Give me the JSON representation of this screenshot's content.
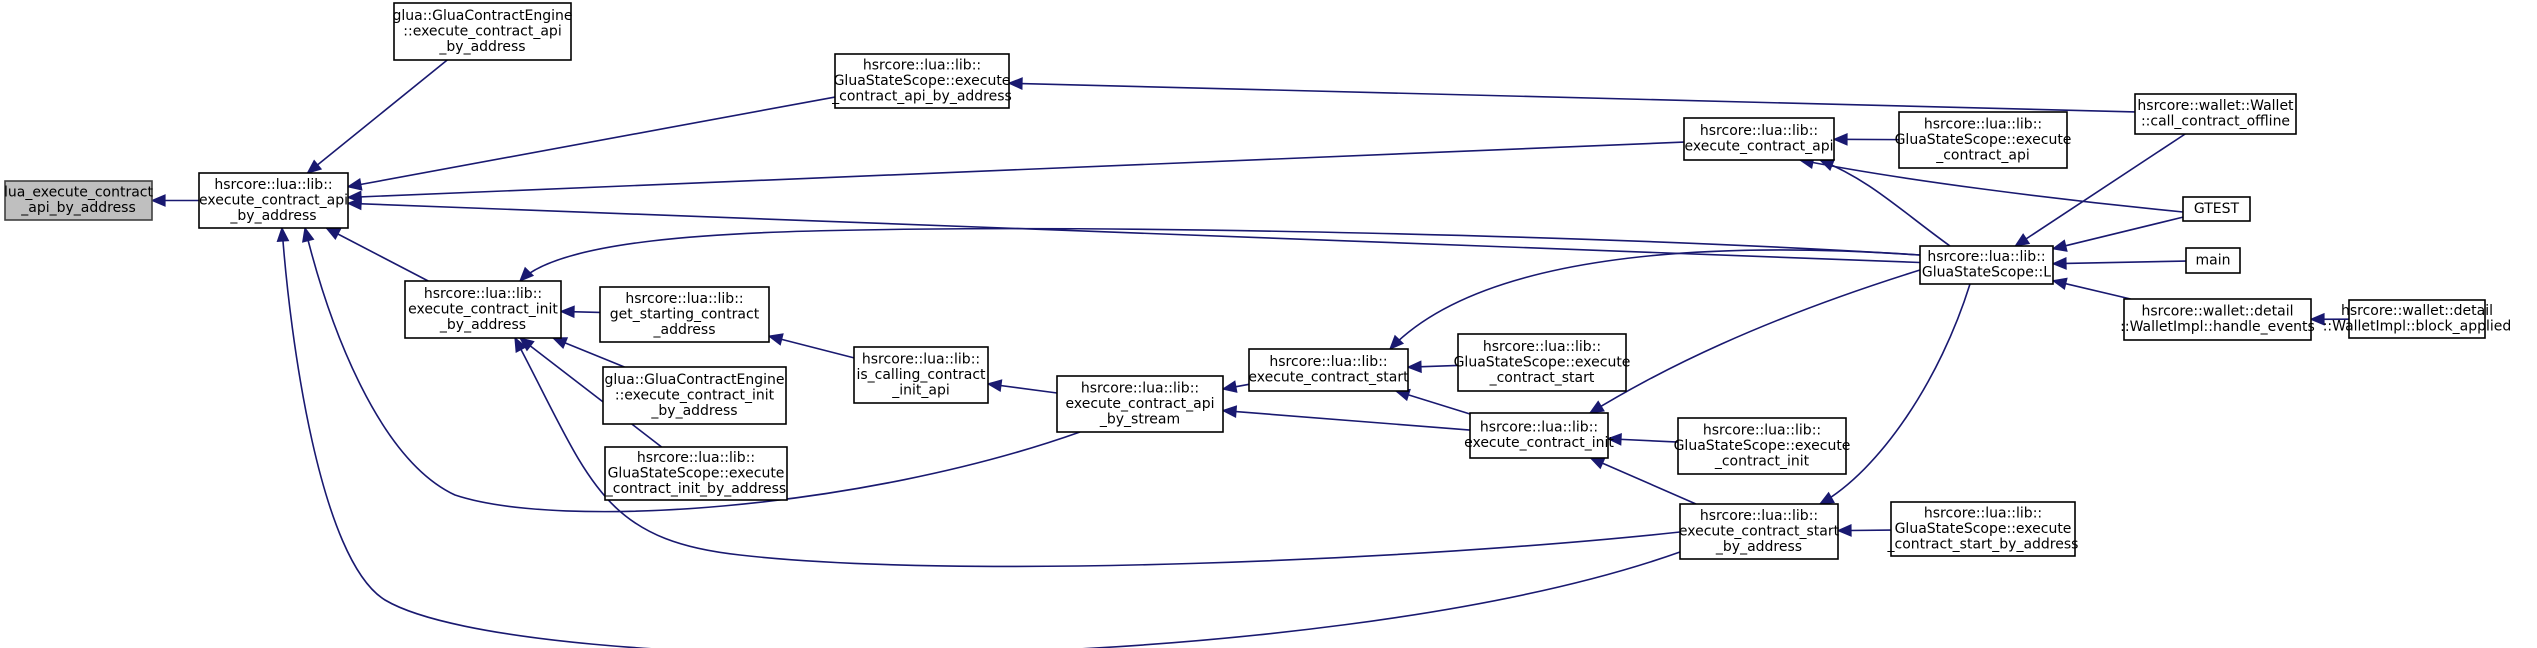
{
  "colors": {
    "edge": "#191970",
    "node_fill": "#ffffff",
    "root_fill": "#bfbfbf",
    "border": "#000000"
  },
  "nodes": {
    "n0": {
      "lines": [
        "lua_execute_contract",
        "_api_by_address"
      ],
      "root": true
    },
    "n1": {
      "lines": [
        "hsrcore::lua::lib::",
        "execute_contract_api",
        "_by_address"
      ]
    },
    "n2": {
      "lines": [
        "glua::GluaContractEngine",
        "::execute_contract_api",
        "_by_address"
      ]
    },
    "n3": {
      "lines": [
        "hsrcore::lua::lib::",
        "GluaStateScope::execute",
        "_contract_api_by_address"
      ]
    },
    "n4": {
      "lines": [
        "hsrcore::lua::lib::",
        "execute_contract_api"
      ]
    },
    "n5": {
      "lines": [
        "hsrcore::lua::lib::",
        "execute_contract_init",
        "_by_address"
      ]
    },
    "n6": {
      "lines": [
        "hsrcore::lua::lib::",
        "get_starting_contract",
        "_address"
      ]
    },
    "n7": {
      "lines": [
        "glua::GluaContractEngine",
        "::execute_contract_init",
        "_by_address"
      ]
    },
    "n8": {
      "lines": [
        "hsrcore::lua::lib::",
        "GluaStateScope::execute",
        "_contract_init_by_address"
      ]
    },
    "n9": {
      "lines": [
        "hsrcore::lua::lib::",
        "is_calling_contract",
        "_init_api"
      ]
    },
    "n10": {
      "lines": [
        "hsrcore::lua::lib::",
        "execute_contract_api",
        "_by_stream"
      ]
    },
    "n11": {
      "lines": [
        "hsrcore::lua::lib::",
        "execute_contract_start"
      ]
    },
    "n12": {
      "lines": [
        "hsrcore::lua::lib::",
        "GluaStateScope::execute",
        "_contract_start"
      ]
    },
    "n13": {
      "lines": [
        "hsrcore::lua::lib::",
        "execute_contract_init"
      ]
    },
    "n14": {
      "lines": [
        "hsrcore::lua::lib::",
        "GluaStateScope::execute",
        "_contract_init"
      ]
    },
    "n15": {
      "lines": [
        "hsrcore::lua::lib::",
        "execute_contract_start",
        "_by_address"
      ]
    },
    "n16": {
      "lines": [
        "hsrcore::lua::lib::",
        "GluaStateScope::execute",
        "_contract_start_by_address"
      ]
    },
    "n17": {
      "lines": [
        "hsrcore::lua::lib::",
        "GluaStateScope::execute",
        "_contract_api"
      ]
    },
    "n18": {
      "lines": [
        "hsrcore::lua::lib::",
        "GluaStateScope::L"
      ]
    },
    "n19": {
      "lines": [
        "hsrcore::wallet::Wallet",
        "::call_contract_offline"
      ]
    },
    "n20": {
      "lines": [
        "GTEST"
      ]
    },
    "n21": {
      "lines": [
        "main"
      ]
    },
    "n22": {
      "lines": [
        "hsrcore::wallet::detail",
        "::WalletImpl::handle_events"
      ]
    },
    "n23": {
      "lines": [
        "hsrcore::wallet::detail",
        "::WalletImpl::block_applied"
      ]
    }
  },
  "edges": [
    [
      "n1",
      "n0"
    ],
    [
      "n2",
      "n1"
    ],
    [
      "n3",
      "n1"
    ],
    [
      "n4",
      "n1"
    ],
    [
      "n18",
      "n1"
    ],
    [
      "n5",
      "n1"
    ],
    [
      "n15",
      "n1"
    ],
    [
      "n10",
      "n1"
    ],
    [
      "n6",
      "n5"
    ],
    [
      "n7",
      "n5"
    ],
    [
      "n8",
      "n5"
    ],
    [
      "n18",
      "n5"
    ],
    [
      "n15",
      "n5"
    ],
    [
      "n9",
      "n6"
    ],
    [
      "n10",
      "n9"
    ],
    [
      "n11",
      "n10"
    ],
    [
      "n13",
      "n10"
    ],
    [
      "n12",
      "n11"
    ],
    [
      "n18",
      "n11"
    ],
    [
      "n13",
      "n11"
    ],
    [
      "n14",
      "n13"
    ],
    [
      "n18",
      "n13"
    ],
    [
      "n15",
      "n13"
    ],
    [
      "n16",
      "n15"
    ],
    [
      "n18",
      "n15"
    ],
    [
      "n17",
      "n4"
    ],
    [
      "n18",
      "n4"
    ],
    [
      "n20",
      "n4"
    ],
    [
      "n19",
      "n3"
    ],
    [
      "n19",
      "n18"
    ],
    [
      "n20",
      "n18"
    ],
    [
      "n21",
      "n18"
    ],
    [
      "n22",
      "n18"
    ],
    [
      "n23",
      "n22"
    ]
  ]
}
